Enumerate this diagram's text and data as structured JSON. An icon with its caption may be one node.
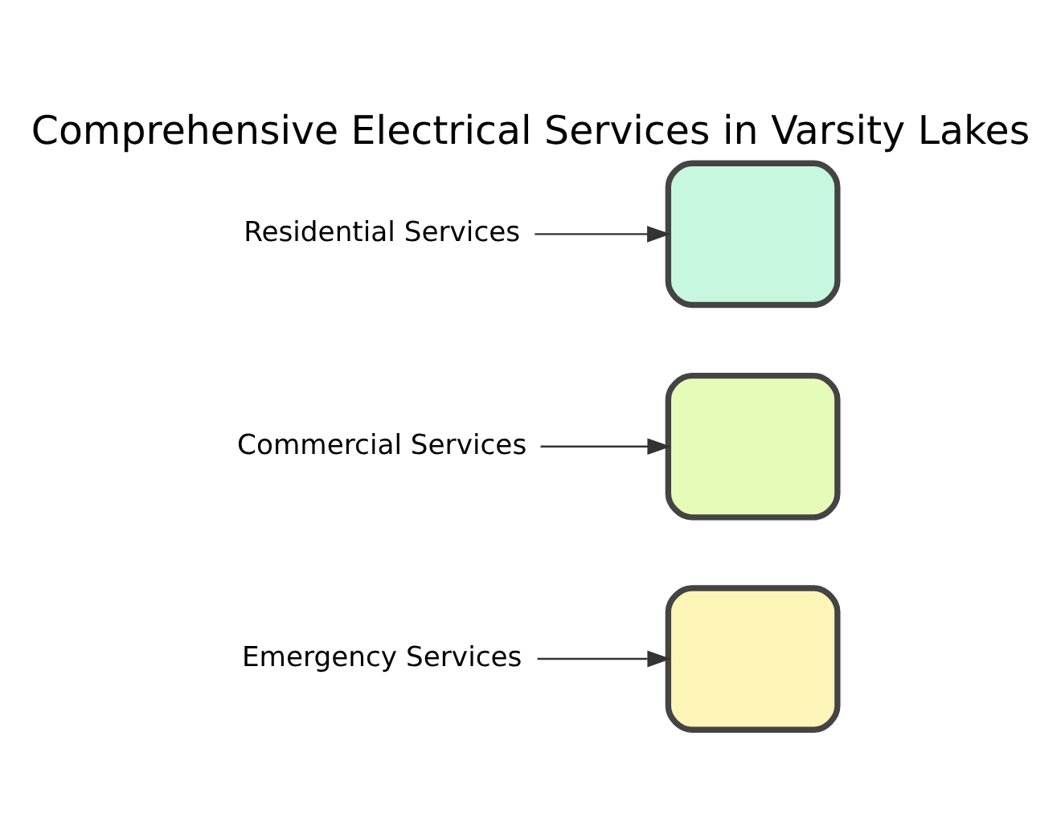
{
  "diagram": {
    "title": "Comprehensive Electrical Services in Varsity Lakes",
    "nodes": [
      {
        "text": [
          "Residential Services"
        ]
      },
      {
        "text": [],
        "shape": "box"
      },
      {
        "text": [
          "Commercial Services"
        ]
      },
      {
        "text": [],
        "shape": "box"
      },
      {
        "text": [
          "Emergency Services"
        ]
      },
      {
        "text": [],
        "shape": "box"
      }
    ],
    "edges": [
      {
        "from": 0,
        "to": 1,
        "arrow": "to"
      },
      {
        "from": 2,
        "to": 3,
        "arrow": "to"
      },
      {
        "from": 4,
        "to": 5,
        "arrow": "to"
      }
    ]
  }
}
